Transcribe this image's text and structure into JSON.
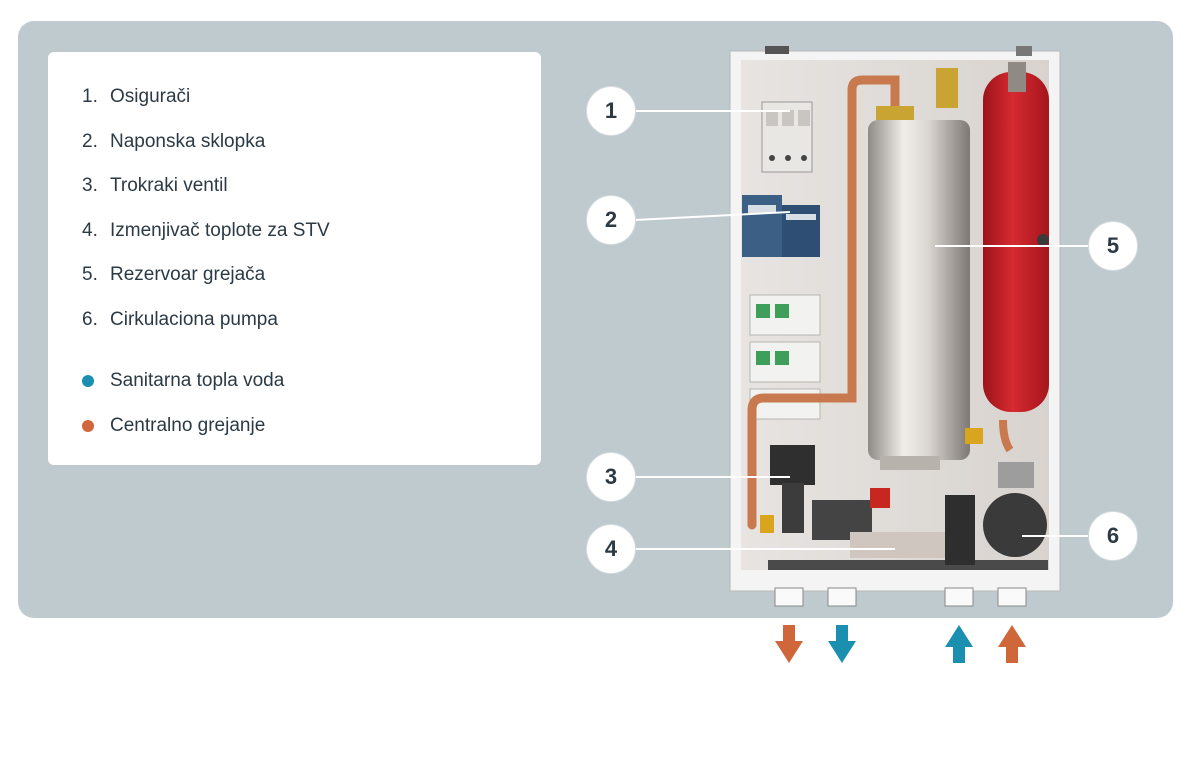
{
  "legend": {
    "items": [
      {
        "num": "1.",
        "label": "Osigurači"
      },
      {
        "num": "2.",
        "label": "Naponska sklopka"
      },
      {
        "num": "3.",
        "label": "Trokraki ventil"
      },
      {
        "num": "4.",
        "label": "Izmenjivač toplote za STV"
      },
      {
        "num": "5.",
        "label": "Rezervoar grejača"
      },
      {
        "num": "6.",
        "label": "Cirkulaciona pumpa"
      }
    ],
    "flows": [
      {
        "label": "Sanitarna topla voda",
        "color": "#1a8fb0"
      },
      {
        "label": "Centralno grejanje",
        "color": "#d0673a"
      }
    ]
  },
  "callouts": [
    "1",
    "2",
    "3",
    "4",
    "5",
    "6"
  ],
  "colors": {
    "panel_bg": "#bfcacf",
    "dhw_blue": "#1a8fb0",
    "heating_orange": "#d0673a",
    "tank_red": "#c8232a",
    "copper": "#c87a4e"
  },
  "flow_arrows": [
    "heating-out-arrow-down",
    "dhw-out-arrow-down",
    "dhw-in-arrow-up",
    "heating-in-arrow-up"
  ]
}
